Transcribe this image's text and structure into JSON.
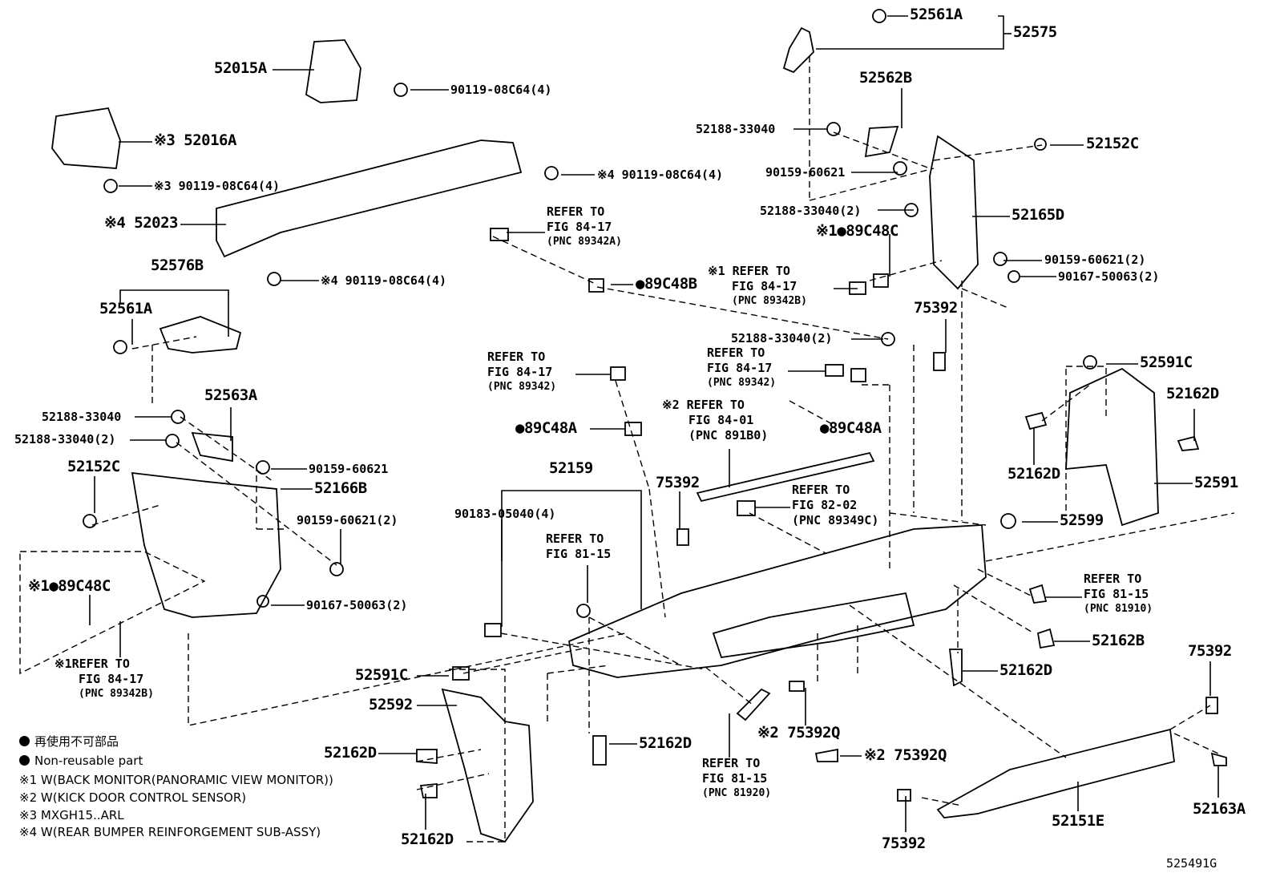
{
  "top_labels": {
    "l52561A_top": "52561A",
    "l52575": "52575",
    "l52015A": "52015A",
    "l9011908C64_4_a": "90119-08C64(4)",
    "l52562B": "52562B",
    "l52016A": "※3 52016A",
    "l52188_33040_a": "52188-33040",
    "l52152C_a": "52152C",
    "l9011908C64_4_b": "※3 90119-08C64(4)",
    "l9011908C64_4_c": "※4 90119-08C64(4)",
    "l9015960621_a": "90159-60621",
    "l52188_33040_2_a": "52188-33040(2)",
    "l52165D": "52165D",
    "l52023": "※4 52023",
    "l89C48C_a": "※1●89C48C",
    "l9015960621_2_a": "90159-60621(2)",
    "l9016750063_2_a": "90167-50063(2)",
    "l9011908C64_4_d": "※4 90119-08C64(4)",
    "l52576B": "52576B",
    "l52561A_b": "52561A",
    "l89C48B": "●89C48B",
    "l75392_a": "75392",
    "l52188_33040_2_b": "52188-33040(2)",
    "l52591C_a": "52591C",
    "l52162D_a": "52162D",
    "l52188_33040_b": "52188-33040",
    "l52563A": "52563A",
    "l52188_33040_2_c": "52188-33040(2)",
    "l89C48A_a": "●89C48A",
    "l89C48A_b": "●89C48A",
    "l52162D_b": "52162D",
    "l52152C_b": "52152C",
    "l9015960621_b": "90159-60621",
    "l52166B": "52166B",
    "l52159": "52159",
    "l75392_b": "75392",
    "l52591": "52591",
    "l9015960621_2_b": "90159-60621(2)",
    "l9018305040_4": "90183-05040(4)",
    "l52599": "52599",
    "l89C48C_b": "※1●89C48C",
    "l9016750063_2_b": "90167-50063(2)",
    "l52162B": "52162B",
    "l52162D_c": "52162D",
    "l75392_c": "75392",
    "l52591C_b": "52591C",
    "l52592": "52592",
    "l52162D_d": "52162D",
    "l52162D_e": "52162D",
    "l75392Q_a": "※2 75392Q",
    "l75392Q_b": "※2 75392Q",
    "l52163A": "52163A",
    "l52151E": "52151E",
    "l52162D_f": "52162D",
    "l75392_d": "75392",
    "code": "525491G"
  },
  "refs": {
    "r1_l1": "REFER TO",
    "r1_l2": "FIG 84-17",
    "r1_l3": "(PNC 89342A)",
    "r2_l1": "※1 REFER TO",
    "r2_l2": "FIG 84-17",
    "r2_l3": "(PNC 89342B)",
    "r3_l1": "REFER TO",
    "r3_l2": "FIG 84-17",
    "r3_l3": "(PNC 89342)",
    "r4_l1": "REFER TO",
    "r4_l2": "FIG 84-17",
    "r4_l3": "(PNC 89342)",
    "r5_l1": "※2 REFER TO",
    "r5_l2": "FIG 84-01",
    "r5_l3": "(PNC 891B0)",
    "r6_l1": "REFER TO",
    "r6_l2": "FIG 82-02",
    "r6_l3": "(PNC 89349C)",
    "r7_l1": "REFER TO",
    "r7_l2": "FIG 81-15",
    "r8_l1": "REFER TO",
    "r8_l2": "FIG 81-15",
    "r8_l3": "(PNC 81910)",
    "r9_l1": "※1REFER TO",
    "r9_l2": "FIG 84-17",
    "r9_l3": "(PNC 89342B)",
    "r10_l1": "REFER TO",
    "r10_l2": "FIG 81-15",
    "r10_l3": "(PNC 81920)"
  },
  "legend": {
    "jp": "再使用不可部品",
    "en": "Non-reusable part",
    "n1": "※1 W(BACK MONITOR(PANORAMIC VIEW MONITOR))",
    "n2": "※2 W(KICK DOOR CONTROL SENSOR)",
    "n3": "※3 MXGH15..ARL",
    "n4": "※4 W(REAR BUMPER REINFORGEMENT SUB-ASSY)"
  }
}
